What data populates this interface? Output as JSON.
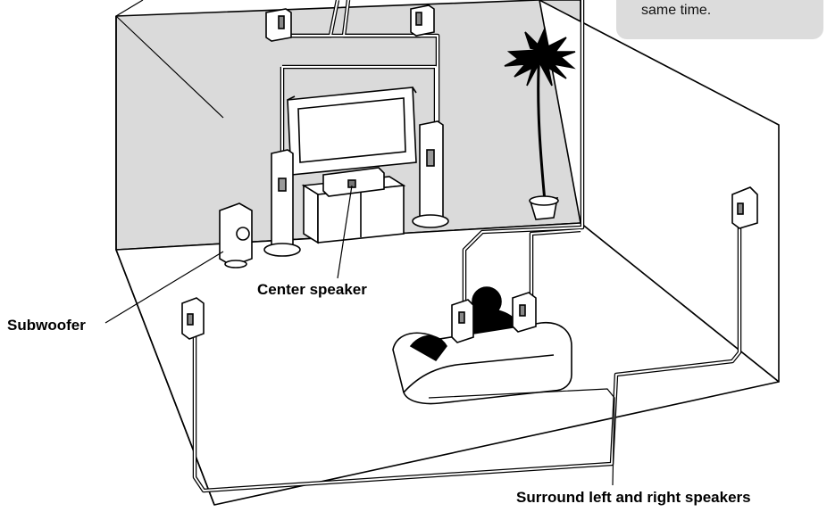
{
  "labels": {
    "subwoofer": "Subwoofer",
    "center": "Center speaker",
    "surround": "Surround left and right speakers"
  },
  "note": {
    "text": "same time."
  },
  "colors": {
    "wall": "#dadada",
    "floor": "#ffffff",
    "line": "#000000",
    "note_bg": "#dcdcdc"
  }
}
